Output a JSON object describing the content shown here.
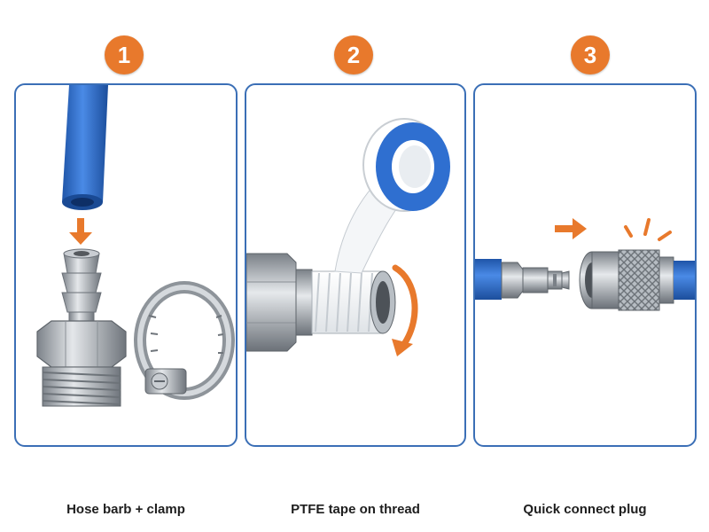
{
  "colors": {
    "accent": "#e8792c",
    "panel_border": "#3b6fb6",
    "hose_blue": "#2f6fd0",
    "metal": "#aeb3b9",
    "tape_white": "#f4f6f8"
  },
  "steps": [
    {
      "number": "1",
      "caption": "Hose barb + clamp",
      "icons": [
        "blue-hose-icon",
        "down-arrow-icon",
        "hose-barb-fitting-icon",
        "hose-clamp-icon"
      ]
    },
    {
      "number": "2",
      "caption": "PTFE tape on thread",
      "icons": [
        "ptfe-tape-roll-icon",
        "threaded-fitting-icon",
        "wrap-direction-arrow-icon"
      ]
    },
    {
      "number": "3",
      "caption": "Quick connect plug",
      "icons": [
        "push-arrow-icon",
        "quick-connect-plug-icon",
        "quick-connect-coupler-icon",
        "click-sparks-icon"
      ]
    }
  ]
}
